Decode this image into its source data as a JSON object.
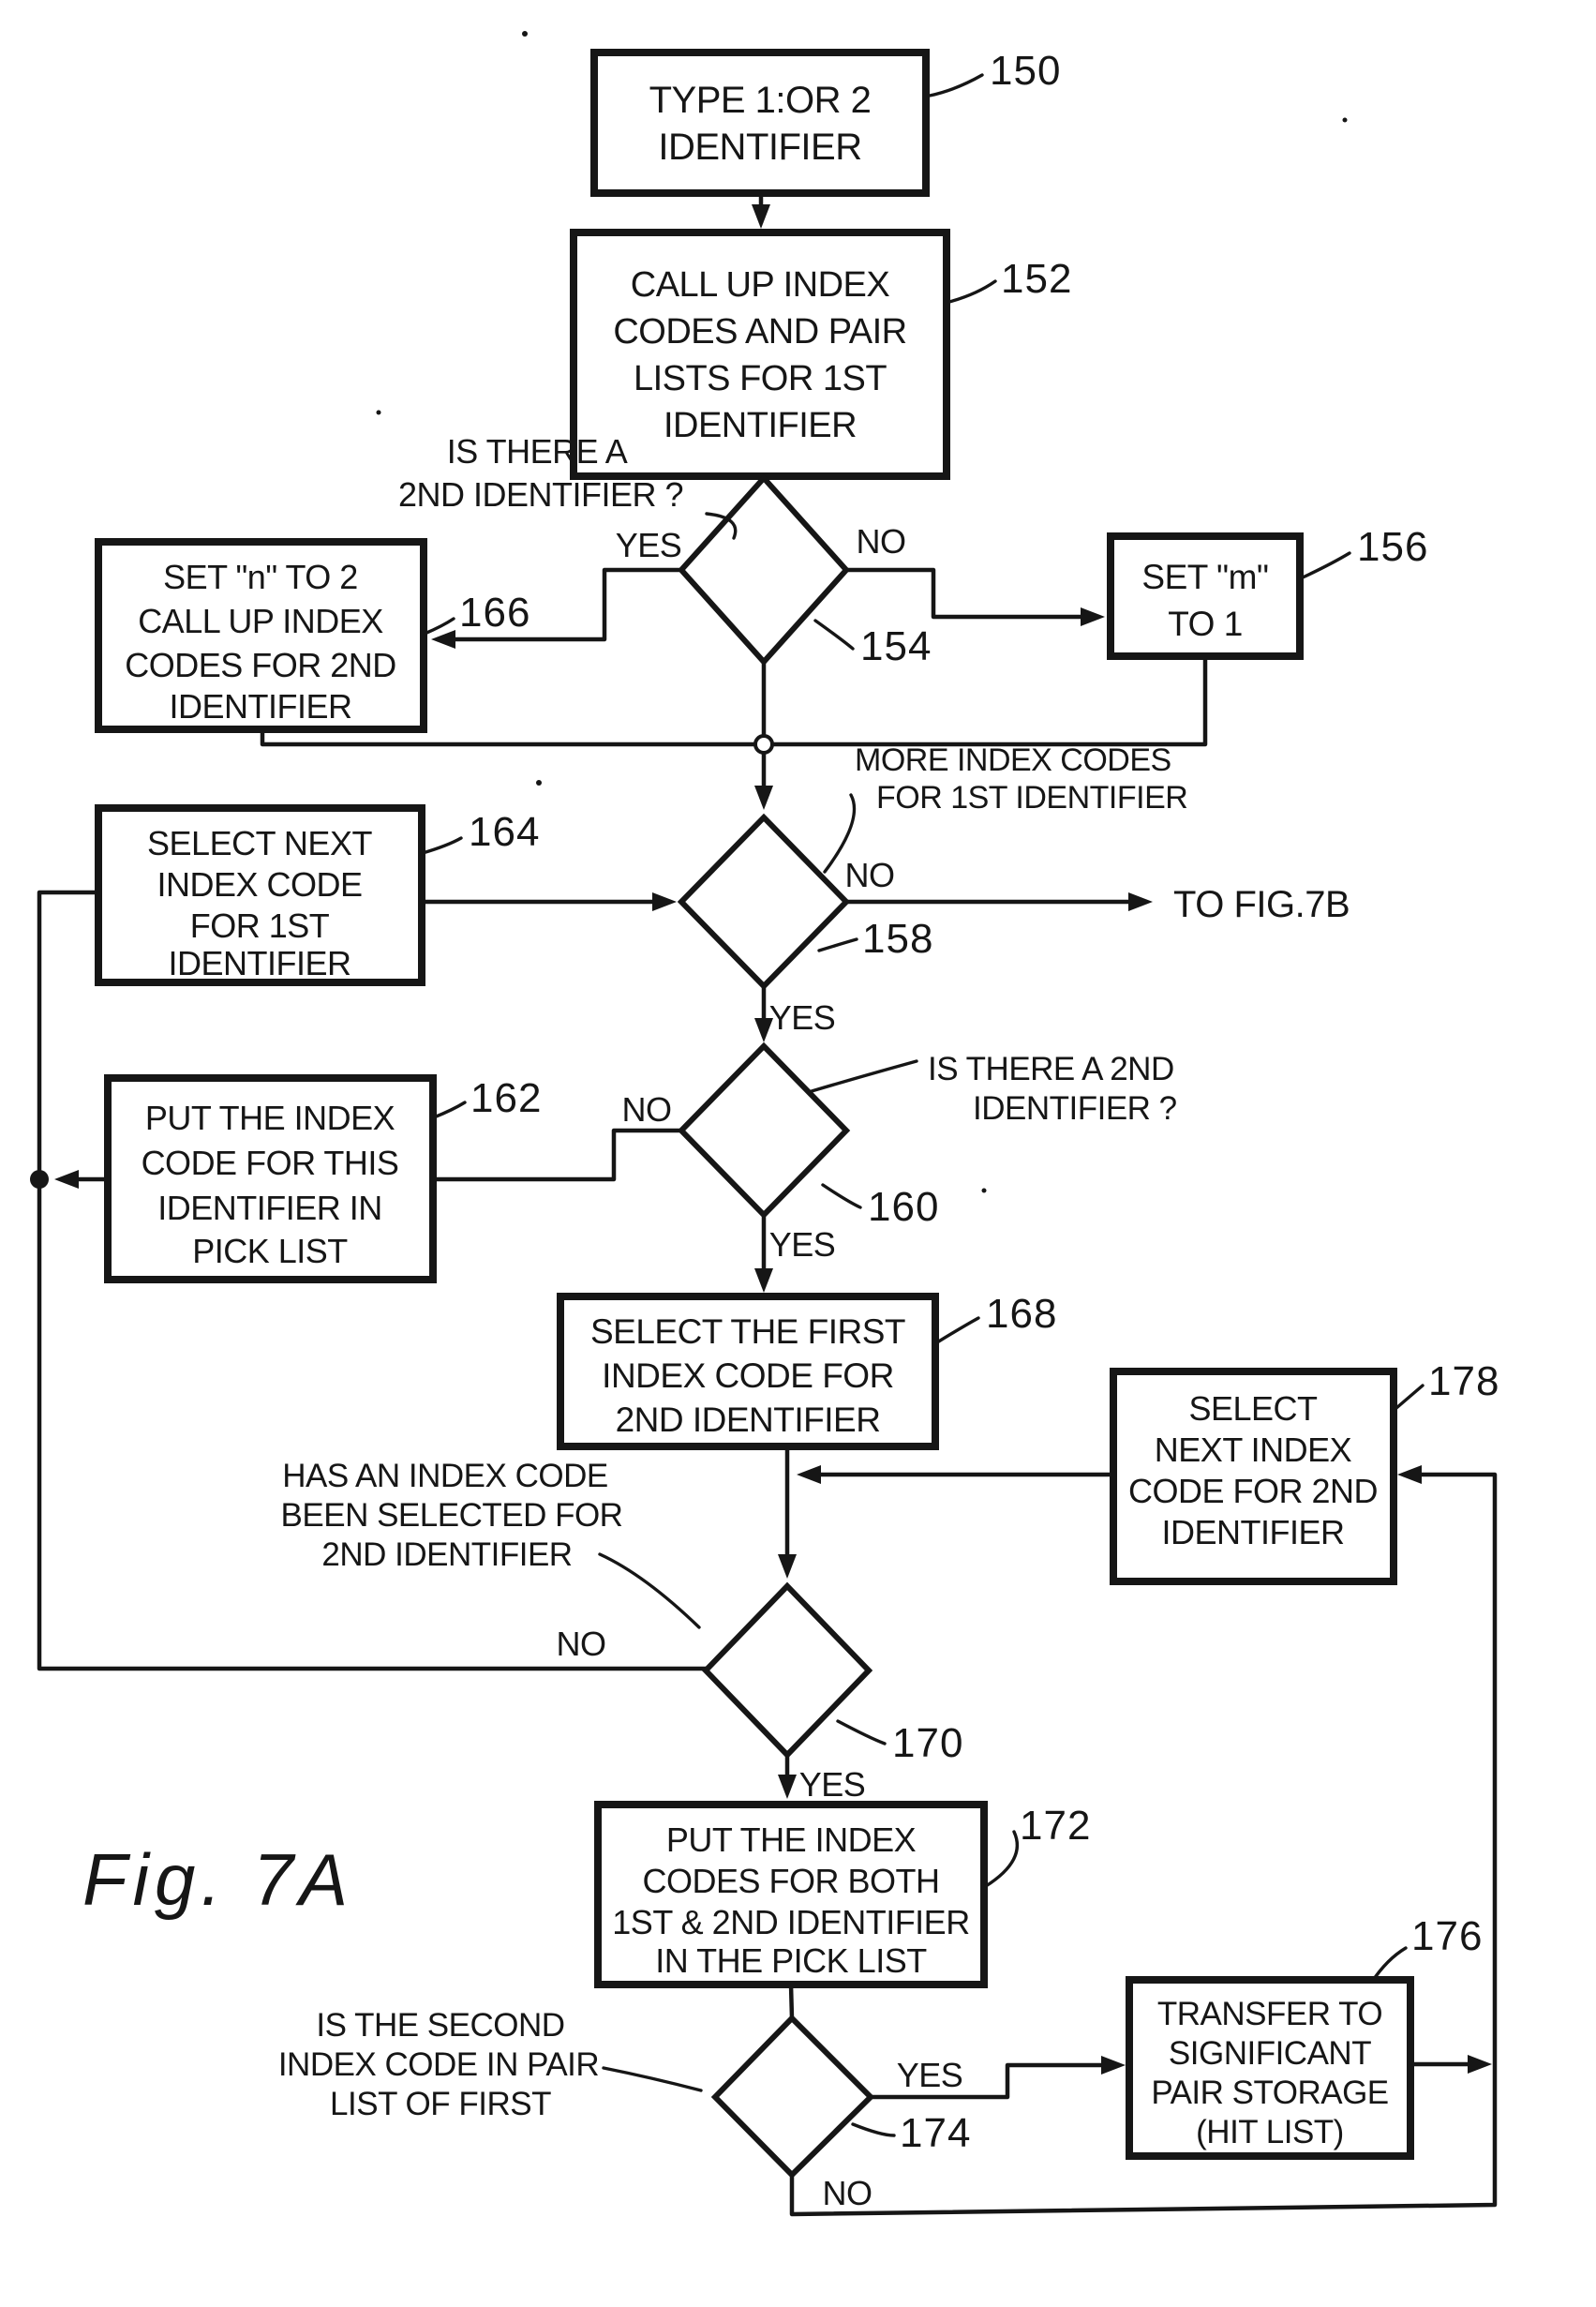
{
  "figure_label": "Fig. 7A",
  "offpage_ref": "TO FIG.7B",
  "colors": {
    "ink": "#161616",
    "paper": "#ffffff"
  },
  "nodes": {
    "n150": {
      "ref": "150",
      "lines": [
        "TYPE 1:OR 2",
        "IDENTIFIER"
      ]
    },
    "n152": {
      "ref": "152",
      "lines": [
        "CALL UP INDEX",
        "CODES AND PAIR",
        "LISTS  FOR 1ST",
        "IDENTIFIER"
      ]
    },
    "n154": {
      "ref": "154",
      "q1": "IS THERE A",
      "q2": "2ND IDENTIFIER ?",
      "yes": "YES",
      "no": "NO"
    },
    "n156": {
      "ref": "156",
      "lines": [
        "SET \"m\"",
        "TO 1"
      ]
    },
    "n158": {
      "ref": "158",
      "q1": "MORE INDEX CODES",
      "q2": "FOR 1ST IDENTIFIER",
      "yes": "YES",
      "no": "NO"
    },
    "n160": {
      "ref": "160",
      "q1": "IS THERE A 2ND",
      "q2": "IDENTIFIER ?",
      "yes": "YES",
      "no": "NO"
    },
    "n162": {
      "ref": "162",
      "lines": [
        "PUT THE INDEX",
        "CODE FOR THIS",
        "IDENTIFIER IN",
        "PICK LIST"
      ]
    },
    "n164": {
      "ref": "164",
      "lines": [
        "SELECT NEXT",
        "INDEX CODE",
        "FOR 1ST",
        "IDENTIFIER"
      ]
    },
    "n166": {
      "ref": "166",
      "lines": [
        "SET \"n\" TO 2",
        "CALL UP INDEX",
        "CODES FOR 2ND",
        "IDENTIFIER"
      ]
    },
    "n168": {
      "ref": "168",
      "lines": [
        "SELECT THE FIRST",
        "INDEX CODE FOR",
        "2ND IDENTIFIER"
      ]
    },
    "n170": {
      "ref": "170",
      "q1": "HAS AN INDEX CODE",
      "q2": "BEEN SELECTED FOR",
      "q3": "2ND IDENTIFIER",
      "yes": "YES",
      "no": "NO"
    },
    "n172": {
      "ref": "172",
      "lines": [
        "PUT THE INDEX",
        "CODES FOR BOTH",
        "1ST & 2ND IDENTIFIER",
        "IN THE PICK LIST"
      ]
    },
    "n174": {
      "ref": "174",
      "q1": "IS THE SECOND",
      "q2": "INDEX CODE IN PAIR",
      "q3": "LIST OF FIRST",
      "yes": "YES",
      "no": "NO"
    },
    "n176": {
      "ref": "176",
      "lines": [
        "TRANSFER TO",
        "SIGNIFICANT",
        "PAIR STORAGE",
        "(HIT LIST)"
      ]
    },
    "n178": {
      "ref": "178",
      "lines": [
        "SELECT",
        "NEXT INDEX",
        "CODE FOR 2ND",
        "IDENTIFIER"
      ]
    }
  }
}
